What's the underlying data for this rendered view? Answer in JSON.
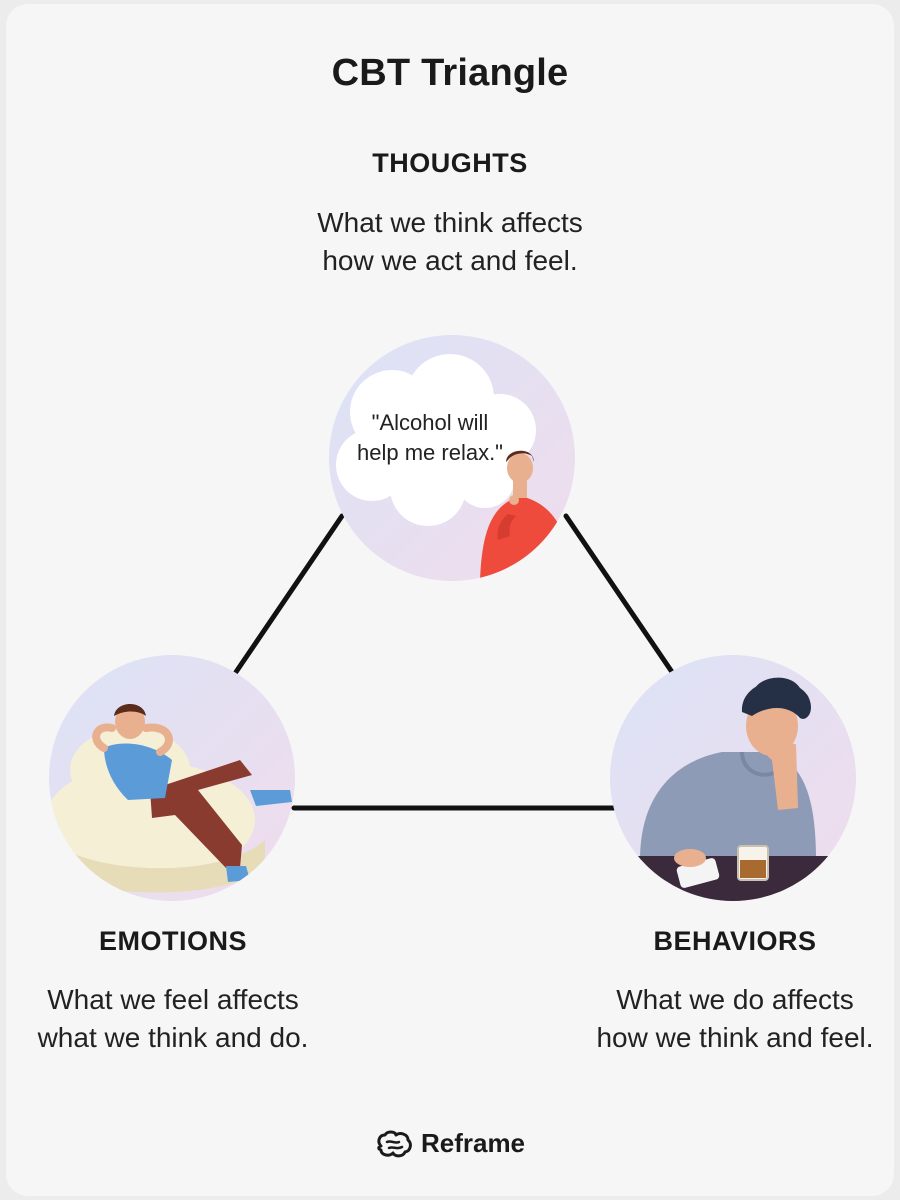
{
  "title": "CBT Triangle",
  "nodes": {
    "thoughts": {
      "heading": "THOUGHTS",
      "description": "What we think affects how we act and feel.",
      "bubble_text": "\"Alcohol will help me relax.\""
    },
    "emotions": {
      "heading": "EMOTIONS",
      "description": "What we feel affects what we think and do."
    },
    "behaviors": {
      "heading": "BEHAVIORS",
      "description": "What we do affects how we think and feel."
    }
  },
  "brand": {
    "name": "Reframe",
    "icon": "brain-icon"
  },
  "colors": {
    "background": "#f6f6f7",
    "line": "#111111",
    "circle_tint_start": "#dbe3f6",
    "circle_tint_end": "#f0dcec",
    "shirt_thinker": "#ef4b3c",
    "shirt_relaxed": "#5b9bd8",
    "shirt_sad": "#8e9bb6",
    "beanbag": "#f5efd6"
  }
}
